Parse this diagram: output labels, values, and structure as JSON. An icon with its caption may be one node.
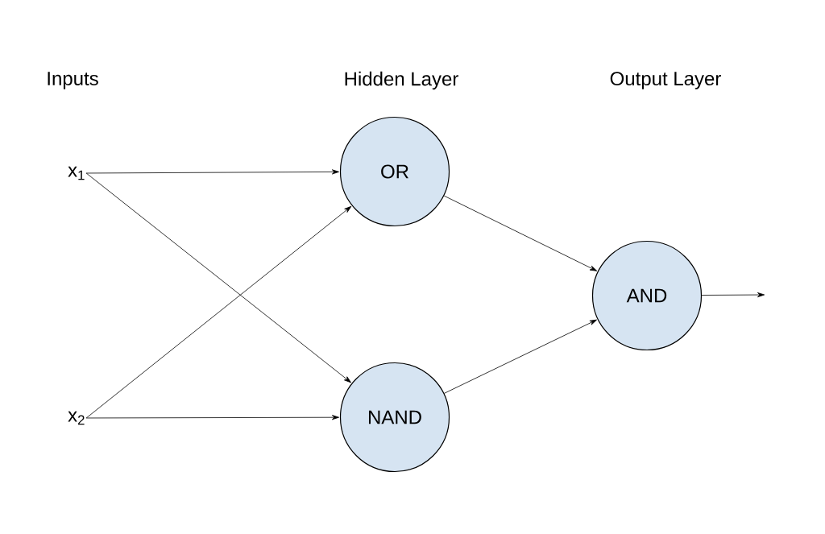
{
  "diagram": {
    "nodes": [
      {
        "text": [
          "x$_{1}$"
        ]
      },
      {
        "text": [
          "x$_{2}$"
        ]
      },
      {
        "text": [
          "OR"
        ]
      },
      {
        "text": [
          "NAND"
        ]
      },
      {
        "text": [
          "AND"
        ]
      }
    ],
    "edges": [
      {
        "from": 0,
        "to": 2,
        "arrow": "to"
      },
      {
        "from": 0,
        "to": 3,
        "arrow": "to"
      },
      {
        "from": 1,
        "to": 2,
        "arrow": "to"
      },
      {
        "from": 1,
        "to": 3,
        "arrow": "to"
      },
      {
        "from": 2,
        "to": 4,
        "arrow": "to"
      },
      {
        "from": 3,
        "to": 4,
        "arrow": "to"
      },
      {
        "from": 4,
        "to": null,
        "arrow": "to"
      }
    ],
    "labels": [
      "Inputs",
      "Hidden Layer",
      "Output Layer"
    ]
  }
}
